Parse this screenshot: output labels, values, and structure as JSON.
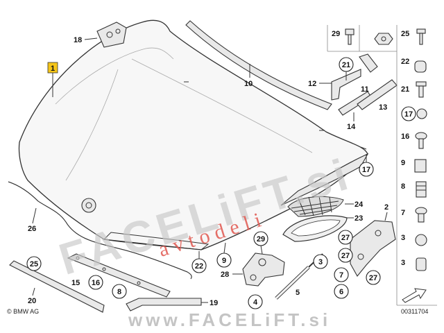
{
  "labels": {
    "p1": "1",
    "p2": "2",
    "p3a": "3",
    "p3b": "3",
    "p4": "4",
    "p5": "5",
    "p6": "6",
    "p7a": "7",
    "p7b": "7",
    "p8a": "8",
    "p8b": "8",
    "p9a": "9",
    "p9b": "9",
    "p10": "10",
    "p11": "11",
    "p12": "12",
    "p13": "13",
    "p14": "14",
    "p15": "15",
    "p16a": "16",
    "p16b": "16",
    "p17a": "17",
    "p17b": "17",
    "p18": "18",
    "p19": "19",
    "p20": "20",
    "p21a": "21",
    "p21b": "21",
    "p22a": "22",
    "p22b": "22",
    "p23": "23",
    "p24": "24",
    "p25a": "25",
    "p25b": "25",
    "p26": "26",
    "p27a": "27",
    "p27b": "27",
    "p27c": "27",
    "p28": "28",
    "p29a": "29",
    "p29b": "29"
  },
  "watermark": {
    "main": "FACELiFT.si",
    "sub": "avtodeli",
    "footer": "www.FACELiFT.si"
  },
  "copyright": "© BMW AG",
  "diagram_number": "00311704",
  "colors": {
    "label_box": "#f5c518",
    "watermark_red": "#e0574f",
    "watermark_gray": "#c7c7c7"
  }
}
